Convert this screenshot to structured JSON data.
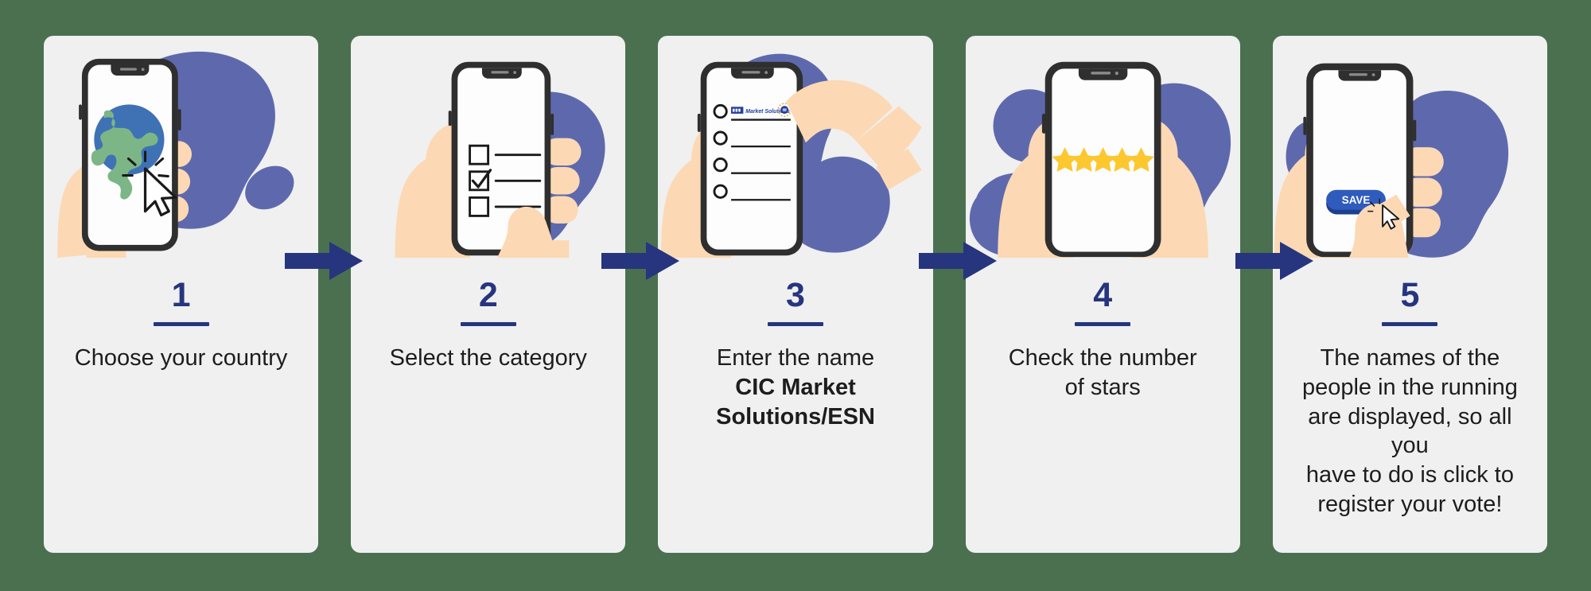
{
  "background_color": "#4a7050",
  "card_color": "#f0f0f0",
  "accent_color": "#26357e",
  "star_color": "#fdc72f",
  "blob_color": "#5e69ad",
  "skin_color": "#fcd9b4",
  "steps": [
    {
      "number": "1",
      "caption_lines": [
        {
          "text": "Choose your country",
          "bold": false
        }
      ],
      "illustration": "hand-holding-phone-with-globe-and-cursor",
      "screen_icon": "globe-icon",
      "pointer": "mouse-cursor-click-icon"
    },
    {
      "number": "2",
      "caption_lines": [
        {
          "text": "Select the category",
          "bold": false
        }
      ],
      "illustration": "hand-holding-phone-with-checkbox-list",
      "screen_icon": "checkbox-list-icon",
      "checkbox_states": [
        "unchecked",
        "checked",
        "unchecked"
      ],
      "pointer": "pointing-finger-icon"
    },
    {
      "number": "3",
      "caption_lines": [
        {
          "text": "Enter the name",
          "bold": false
        },
        {
          "text": "CIC Market",
          "bold": true
        },
        {
          "text": "Solutions/ESN",
          "bold": true
        }
      ],
      "illustration": "hand-holding-phone-with-radio-list",
      "screen_icon": "radio-list-icon",
      "list_first_item_label": "CIC Market Solutions",
      "list_first_item_badge": "award-badge-icon",
      "list_rows": 4,
      "pointer": "pointing-finger-icon"
    },
    {
      "number": "4",
      "caption_lines": [
        {
          "text": "Check the number",
          "bold": false
        },
        {
          "text": "of stars",
          "bold": false
        }
      ],
      "illustration": "two-hands-holding-phone-with-star-rating",
      "screen_icon": "five-star-rating-icon",
      "star_count": 5
    },
    {
      "number": "5",
      "caption_lines": [
        {
          "text": "The names of the",
          "bold": false
        },
        {
          "text": "people in the running",
          "bold": false
        },
        {
          "text": "are displayed, so all you",
          "bold": false
        },
        {
          "text": "have to do is click to",
          "bold": false
        },
        {
          "text": "register your vote!",
          "bold": false
        }
      ],
      "illustration": "hand-holding-phone-with-save-button",
      "screen_button_label": "SAVE",
      "pointer": "pointing-finger-and-cursor-icon"
    }
  ],
  "arrows": [
    {
      "name": "arrow-step-1-to-2",
      "direction": "right"
    },
    {
      "name": "arrow-step-2-to-3",
      "direction": "right"
    },
    {
      "name": "arrow-step-3-to-4",
      "direction": "right"
    },
    {
      "name": "arrow-step-4-to-5",
      "direction": "right"
    }
  ]
}
